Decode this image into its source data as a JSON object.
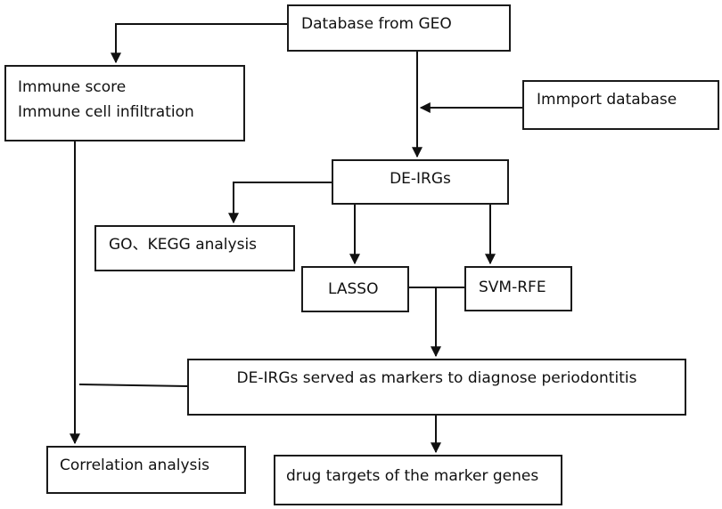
{
  "flowchart": {
    "nodes": {
      "database_geo": "Database from GEO",
      "immune_score": "Immune score",
      "immune_cell_infiltration": "Immune cell infiltration",
      "immport_database": "Immport database",
      "de_irgs": "DE-IRGs",
      "go_kegg": "GO、KEGG analysis",
      "lasso": "LASSO",
      "svm_rfe": "SVM-RFE",
      "de_irgs_markers": "DE-IRGs served as markers to diagnose periodontitis",
      "correlation_analysis": "Correlation analysis",
      "drug_targets": "drug targets of the marker genes"
    }
  }
}
